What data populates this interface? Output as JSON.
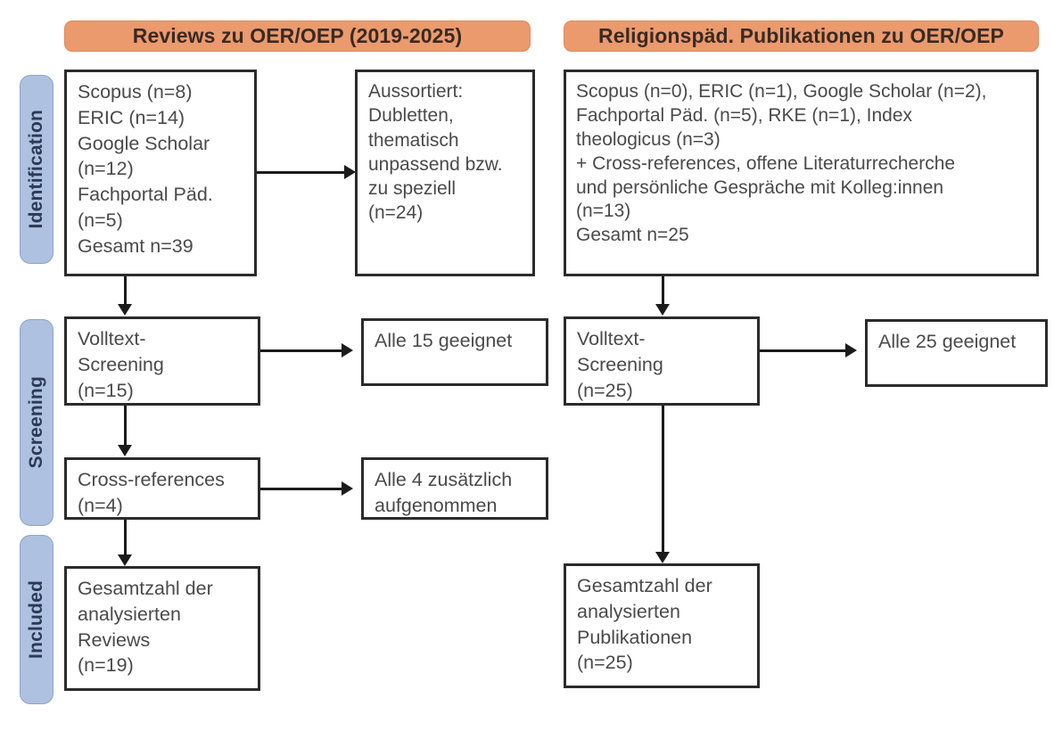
{
  "figure": {
    "type": "prisma-flow-diagram",
    "columns": [
      {
        "id": "reviews",
        "header": "Reviews zu OER/OEP (2019-2025)"
      },
      {
        "id": "religionspaed",
        "header": "Religionspäd. Publikationen zu OER/OEP"
      }
    ],
    "stages": [
      {
        "id": "identification",
        "label": "Identification"
      },
      {
        "id": "screening",
        "label": "Screening"
      },
      {
        "id": "included",
        "label": "Included"
      }
    ],
    "boxes": {
      "left_identification_sources": "Scopus (n=8)\nERIC (n=14)\nGoogle Scholar\n(n=12)\nFachportal Päd.\n(n=5)\nGesamt n=39",
      "left_excluded": "Aussortiert:\nDubletten,\nthematisch\nunpassend bzw.\nzu speziell\n(n=24)",
      "left_fulltext_screening": "Volltext-\nScreening\n(n=15)",
      "left_fulltext_result": "Alle 15 geeignet",
      "left_cross_references": "Cross-references\n(n=4)",
      "left_cross_references_result": "Alle 4 zusätzlich\naufgenommen",
      "left_included": "Gesamtzahl der\nanalysierten\nReviews\n(n=19)",
      "right_identification_sources": "Scopus (n=0), ERIC (n=1), Google Scholar (n=2),\nFachportal Päd. (n=5), RKE (n=1), Index\ntheologicus (n=3)\n+ Cross-references, offene Literaturrecherche\nund persönliche Gespräche mit Kolleg:innen\n(n=13)\nGesamt n=25",
      "right_fulltext_screening": "Volltext-\nScreening\n(n=25)",
      "right_fulltext_result": "Alle 25 geeignet",
      "right_included": "Gesamtzahl der\nanalysierten\nPublikationen\n(n=25)"
    },
    "counts": {
      "left_scopus": 8,
      "left_eric": 14,
      "left_google_scholar": 12,
      "left_fachportal": 5,
      "left_total": 39,
      "left_excluded": 24,
      "left_fulltext": 15,
      "left_cross_references": 4,
      "left_included": 19,
      "right_scopus": 0,
      "right_eric": 1,
      "right_google_scholar": 2,
      "right_fachportal": 5,
      "right_rke": 1,
      "right_index_theologicus": 3,
      "right_additional": 13,
      "right_total": 25,
      "right_fulltext": 25,
      "right_included": 25
    },
    "colors": {
      "header_orange": "#eb9a6d",
      "stage_blue": "#aec1e0",
      "box_border": "#2b2b2b",
      "box_text": "#4a4a4a",
      "connector": "#1b1b1b"
    }
  }
}
